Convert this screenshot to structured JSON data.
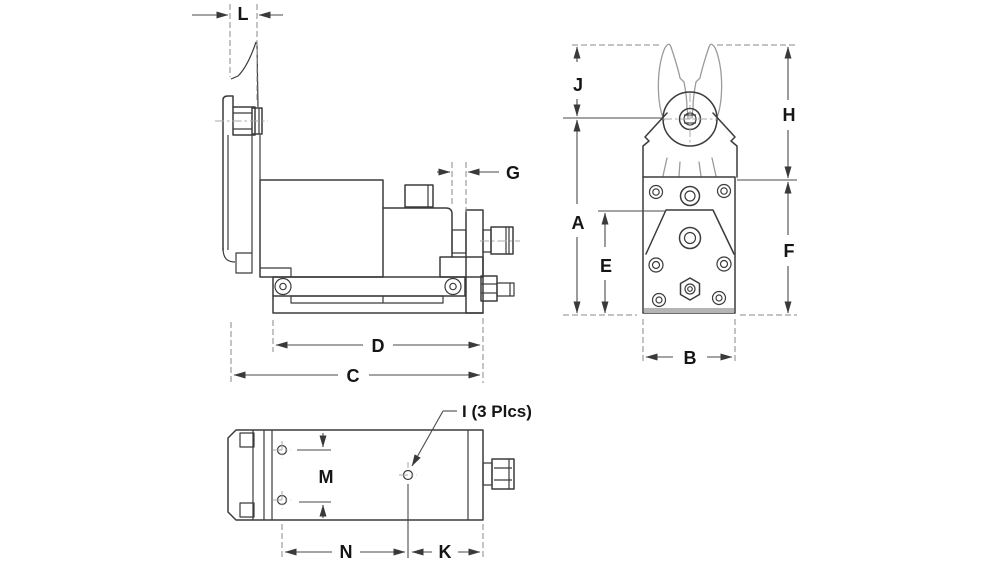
{
  "labels": {
    "L": "L",
    "G": "G",
    "J": "J",
    "H": "H",
    "A": "A",
    "E": "E",
    "F": "F",
    "B": "B",
    "D": "D",
    "C": "C",
    "M": "M",
    "N": "N",
    "K": "K",
    "I": "I (3 Plcs)"
  },
  "colors": {
    "line": "#3b3b3b",
    "dimension": "#4a4a4a",
    "extension": "#8a8a8a",
    "blade": "#9b9b9b",
    "shading": "#b5b5b5",
    "background": "#ffffff"
  }
}
